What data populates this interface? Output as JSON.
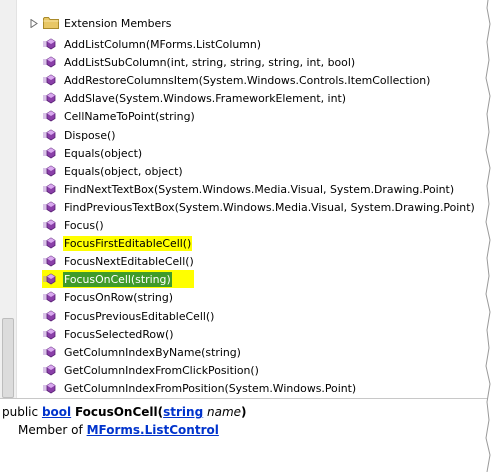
{
  "tree": {
    "group_label": "Extension Members",
    "members": [
      {
        "label": "AddListColumn(MForms.ListColumn)",
        "highlight": "none"
      },
      {
        "label": "AddListSubColumn(int, string, string, string, int, bool)",
        "highlight": "none"
      },
      {
        "label": "AddRestoreColumnsItem(System.Windows.Controls.ItemCollection)",
        "highlight": "none"
      },
      {
        "label": "AddSlave(System.Windows.FrameworkElement, int)",
        "highlight": "none"
      },
      {
        "label": "CellNameToPoint(string)",
        "highlight": "none"
      },
      {
        "label": "Dispose()",
        "highlight": "none"
      },
      {
        "label": "Equals(object)",
        "highlight": "none"
      },
      {
        "label": "Equals(object, object)",
        "highlight": "none"
      },
      {
        "label": "FindNextTextBox(System.Windows.Media.Visual, System.Drawing.Point)",
        "highlight": "none"
      },
      {
        "label": "FindPreviousTextBox(System.Windows.Media.Visual, System.Drawing.Point)",
        "highlight": "none"
      },
      {
        "label": "Focus()",
        "highlight": "none"
      },
      {
        "label": "FocusFirstEditableCell()",
        "highlight": "yellow"
      },
      {
        "label": "FocusNextEditableCell()",
        "highlight": "none"
      },
      {
        "label": "FocusOnCell(string)",
        "highlight": "selected"
      },
      {
        "label": "FocusOnRow(string)",
        "highlight": "none"
      },
      {
        "label": "FocusPreviousEditableCell()",
        "highlight": "none"
      },
      {
        "label": "FocusSelectedRow()",
        "highlight": "none"
      },
      {
        "label": "GetColumnIndexByName(string)",
        "highlight": "none"
      },
      {
        "label": "GetColumnIndexFromClickPosition()",
        "highlight": "none"
      },
      {
        "label": "GetColumnIndexFromPosition(System.Windows.Point)",
        "highlight": "none"
      }
    ]
  },
  "description": {
    "modifier": "public",
    "return_type": "bool",
    "method_name": "FocusOnCell",
    "open_paren": "(",
    "param_type": "string",
    "param_name": "name",
    "close_paren": ")",
    "member_of_label": "Member of",
    "namespace": "MForms",
    "dot": ".",
    "class_name": "ListControl"
  },
  "colors": {
    "highlight_yellow": "#ffff00",
    "selection_green": "#3f9b2a",
    "link_blue": "#0033cc",
    "method_icon_purple": "#8a3fa8"
  },
  "icons": {
    "group": "folder-icon",
    "member": "method-icon",
    "expander": "expand-arrow-icon"
  }
}
